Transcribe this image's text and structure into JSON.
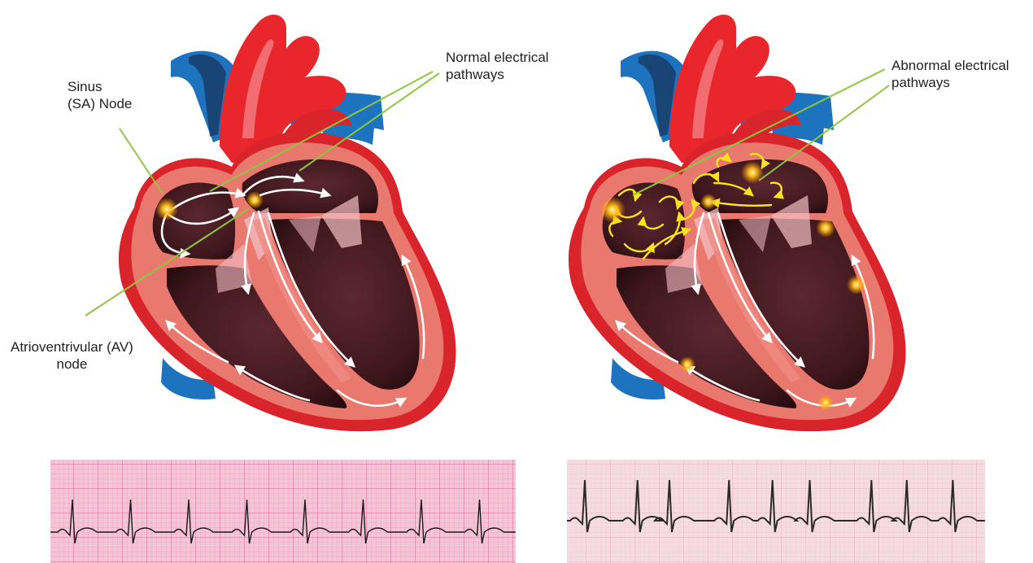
{
  "diagrams": [
    {
      "labels": {
        "sa_node": [
          "Sinus",
          "(SA) Node"
        ],
        "av_node": [
          "Atrioventrivular (AV)",
          "node"
        ],
        "pathways": [
          "Normal electrical",
          "pathways"
        ]
      },
      "pathway_color": "#ffffff",
      "ecg_beats": 8,
      "ecg_paper": "#f3c6d6"
    },
    {
      "labels": {
        "pathways": [
          "Abnormal electrical",
          "pathways"
        ]
      },
      "pathway_color": "#ffe21a",
      "ecg_beats": 9,
      "ecg_paper": "#f4dce2"
    }
  ],
  "colors": {
    "aorta": "#e8262c",
    "vena_cava": "#1e73be",
    "myocardium": "#e9786f",
    "outer_wall": "#d9242b",
    "chamber": "#4a1c23",
    "leader_line": "#8dc63f",
    "node_glow": "#ffb21c"
  }
}
